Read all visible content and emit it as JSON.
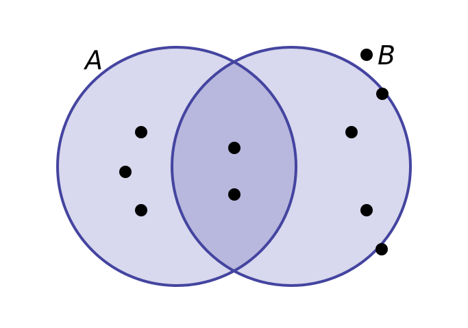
{
  "diagram": {
    "type": "venn",
    "colors": {
      "fill": "#d8d8ee",
      "intersection_fill": "#b8b8de",
      "stroke": "#4444a0",
      "dot": "#000000",
      "label": "#000000"
    },
    "sets": [
      {
        "label": "A",
        "dot_count": 3
      },
      {
        "label": "B",
        "dot_count": 3
      }
    ],
    "intersection": {
      "dot_count": 2
    },
    "outside": {
      "dot_count": 2
    }
  }
}
